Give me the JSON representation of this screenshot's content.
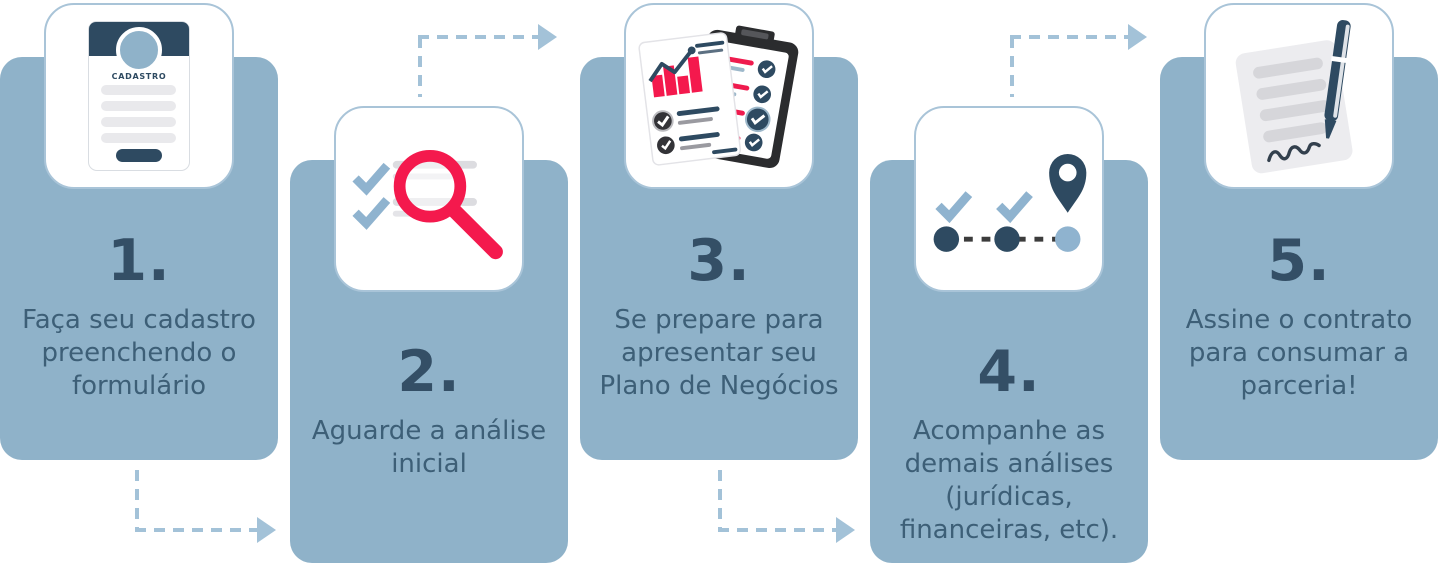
{
  "steps": [
    {
      "number": "1.",
      "text": "Faça seu cadastro\npreenchendo o\nformulário",
      "icon": "registration-form",
      "icon_label": "CADASTRO"
    },
    {
      "number": "2.",
      "text": "Aguarde a análise\ninicial",
      "icon": "search-analysis"
    },
    {
      "number": "3.",
      "text": "Se prepare para\napresentar seu\nPlano de Negócios",
      "icon": "business-plan-documents"
    },
    {
      "number": "4.",
      "text": "Acompanhe as\ndemais análises\n(jurídicas,\nfinanceiras, etc).",
      "icon": "progress-milestones"
    },
    {
      "number": "5.",
      "text": "Assine o contrato\npara consumar a\nparceria!",
      "icon": "contract-signing"
    }
  ],
  "colors": {
    "card_blue": "#8FB2C9",
    "arrow_blue": "#A3C2D8",
    "icon_light_blue": "#8FB3CF",
    "navy": "#2E4A61",
    "red": "#F4194D",
    "number_text": "#344F66",
    "body_text": "#3D5F77"
  }
}
